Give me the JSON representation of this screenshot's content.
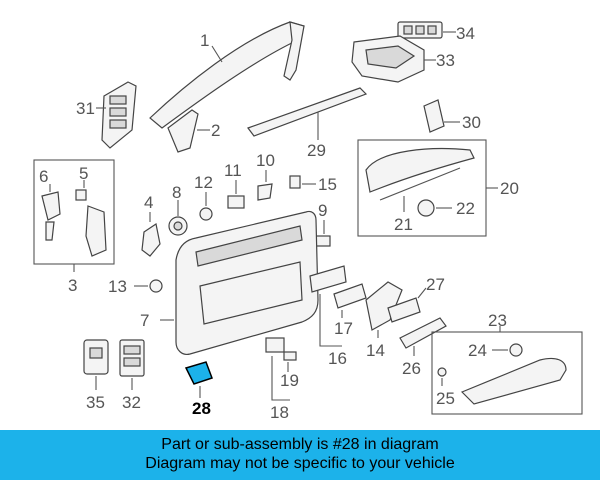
{
  "diagram": {
    "callouts": [
      "1",
      "2",
      "3",
      "4",
      "5",
      "6",
      "7",
      "8",
      "9",
      "10",
      "11",
      "12",
      "13",
      "14",
      "15",
      "16",
      "17",
      "18",
      "19",
      "20",
      "21",
      "22",
      "23",
      "24",
      "25",
      "26",
      "27",
      "28",
      "29",
      "30",
      "31",
      "32",
      "33",
      "34",
      "35"
    ],
    "highlighted_part": "28",
    "highlight_color": "#1cb2ea"
  },
  "banner": {
    "line1": "Part or sub-assembly is #28 in diagram",
    "line2": "Diagram may not be specific to your vehicle",
    "background": "#1cb2ea"
  }
}
